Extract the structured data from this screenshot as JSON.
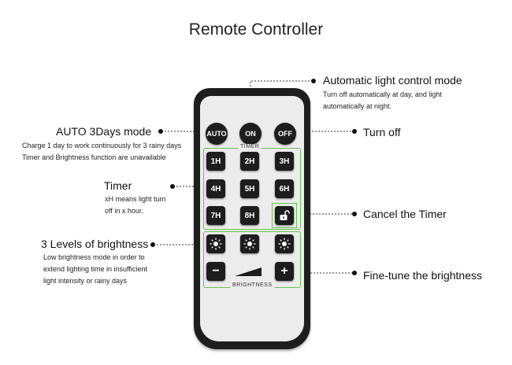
{
  "title": "Remote Controller",
  "callouts": {
    "auto_mode": {
      "heading": "AUTO 3Days mode",
      "lines": [
        "Charge 1 day to work continuously for 3 rainy days",
        "Timer and Brightness function are unavailable"
      ]
    },
    "timer": {
      "heading": "Timer",
      "lines": [
        "xH means light turn",
        "off in x hour."
      ]
    },
    "brightness_levels": {
      "heading": "3 Levels of brightness",
      "lines": [
        "Low brightness mode in order to",
        "extend lighting time  in insufficient",
        "light intensity  or rainy days"
      ]
    },
    "automatic": {
      "heading": "Automatic light control mode",
      "lines": [
        "Turn off automatically at day, and light",
        "automatically at night."
      ]
    },
    "turn_off": {
      "heading": "Turn off"
    },
    "cancel_timer": {
      "heading": "Cancel the Timer"
    },
    "fine_tune": {
      "heading": "Fine-tune the brightness"
    }
  },
  "remote": {
    "top_buttons": {
      "auto": "AUTO",
      "on": "ON",
      "off": "OFF"
    },
    "timer_label": "TIMER",
    "timer_buttons": [
      "1H",
      "2H",
      "3H",
      "4H",
      "5H",
      "6H",
      "7H",
      "8H"
    ],
    "brightness_label": "BRIGHTNESS",
    "minus": "−",
    "plus": "+"
  },
  "icons": {
    "cancel": "unlock-icon",
    "brightness": "sun-icon"
  },
  "colors": {
    "group_border": "#6cbf56",
    "remote_body": "#1e1e1e",
    "remote_face": "#ececec"
  }
}
